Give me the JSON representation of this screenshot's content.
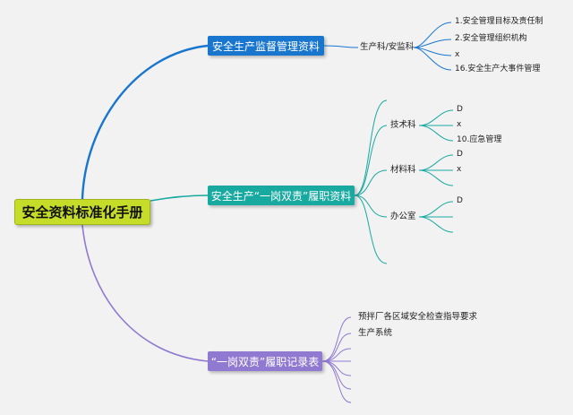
{
  "root": {
    "label": "安全资料标准化手册"
  },
  "branches": [
    {
      "label": "安全生产监督管理资料",
      "color": "#1976cf",
      "children": [
        {
          "label": "生产科/安监科",
          "children": [
            "1.安全管理目标及责任制",
            "2.安全管理组织机构",
            "x",
            "16.安全生产大事件管理"
          ]
        }
      ]
    },
    {
      "label": "安全生产“一岗双责”履职资料",
      "color": "#18a9a0",
      "children": [
        {
          "label": "技术科",
          "children": [
            "D",
            "x",
            "10.应急管理"
          ]
        },
        {
          "label": "材料科",
          "children": [
            "D",
            "x"
          ]
        },
        {
          "label": "办公室",
          "children": [
            "D"
          ]
        }
      ]
    },
    {
      "label": "“一岗双责”履职记录表",
      "color": "#9079d0",
      "children": [
        {
          "label": "预拌厂各区域安全检查指导要求",
          "children": []
        },
        {
          "label": "生产系统",
          "children": []
        }
      ]
    }
  ]
}
